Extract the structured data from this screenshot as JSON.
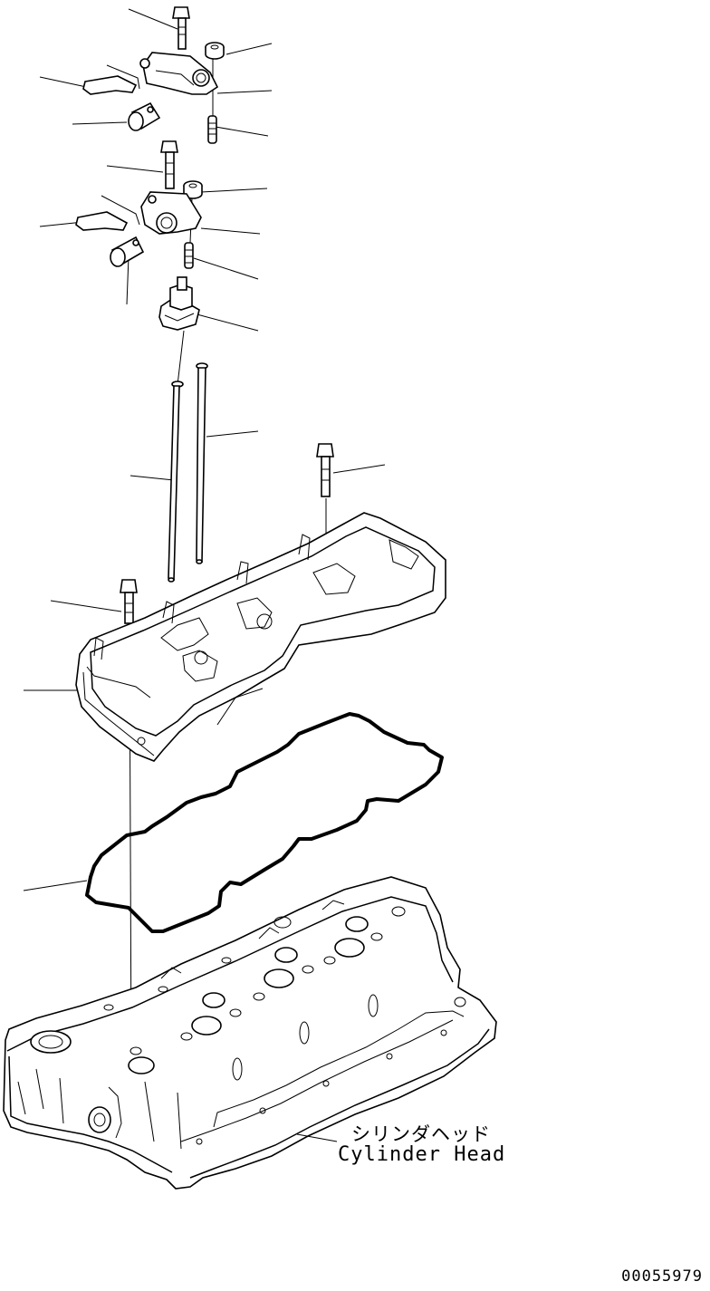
{
  "diagram": {
    "label_jp": "シリンダヘッド",
    "label_en": "Cylinder Head",
    "drawing_number": "00055979"
  },
  "colors": {
    "line": "#000000",
    "background": "#ffffff"
  }
}
